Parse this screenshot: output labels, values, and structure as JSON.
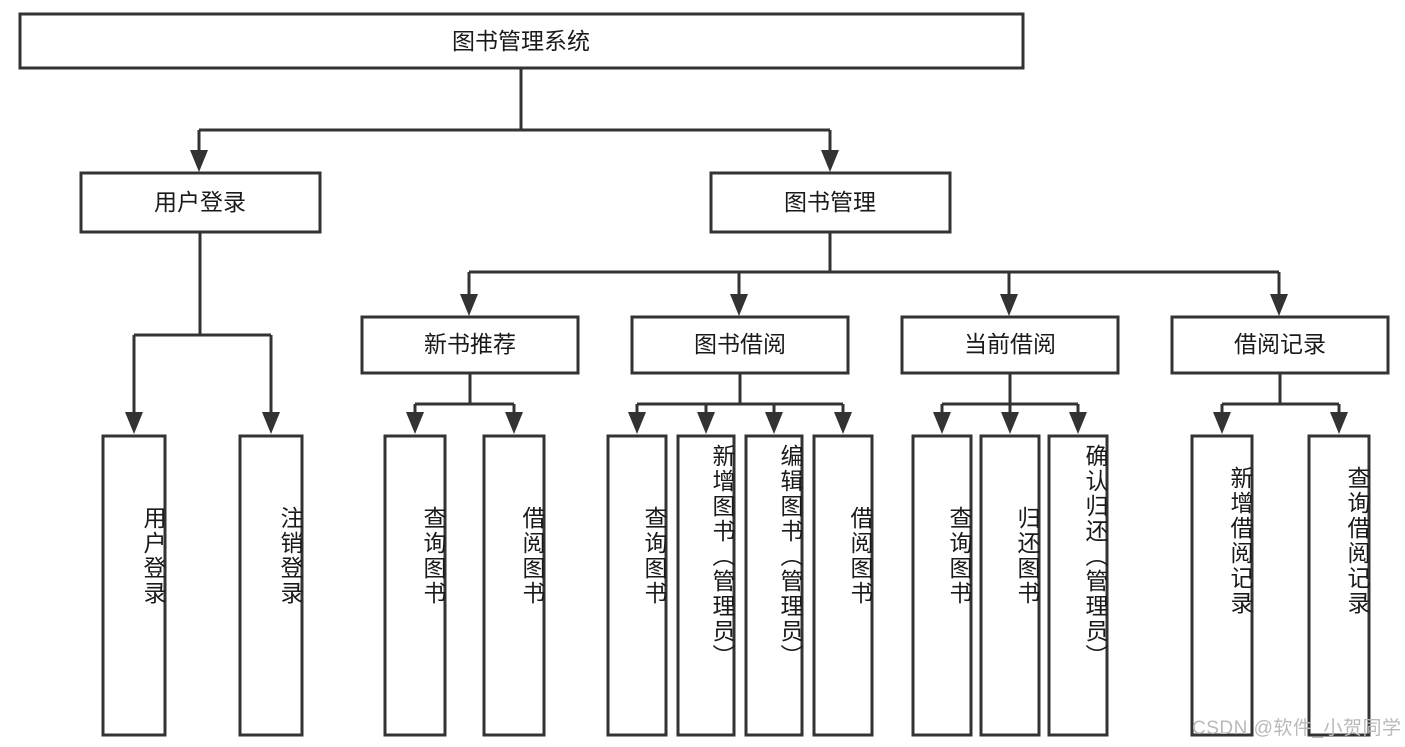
{
  "diagram": {
    "title": "图书管理系统",
    "type": "tree-hierarchy",
    "orientation": "top-down",
    "levels": 4,
    "root": {
      "id": "root",
      "label": "图书管理系统",
      "text_orientation": "horizontal"
    },
    "level2": [
      {
        "id": "user-login",
        "label": "用户登录",
        "text_orientation": "horizontal"
      },
      {
        "id": "book-management",
        "label": "图书管理",
        "text_orientation": "horizontal"
      }
    ],
    "level3": [
      {
        "id": "new-book-recommend",
        "label": "新书推荐",
        "text_orientation": "horizontal",
        "parent": "book-management"
      },
      {
        "id": "book-borrow",
        "label": "图书借阅",
        "text_orientation": "horizontal",
        "parent": "book-management"
      },
      {
        "id": "current-borrow",
        "label": "当前借阅",
        "text_orientation": "horizontal",
        "parent": "book-management"
      },
      {
        "id": "borrow-record",
        "label": "借阅记录",
        "text_orientation": "horizontal",
        "parent": "book-management"
      }
    ],
    "leaves": {
      "user_login": [
        {
          "id": "leaf-user-login",
          "label": "用户登录"
        },
        {
          "id": "leaf-user-logout",
          "label": "注销登录"
        }
      ],
      "new_book_recommend": [
        {
          "id": "leaf-query-book-1",
          "label": "查询图书"
        },
        {
          "id": "leaf-borrow-book-1",
          "label": "借阅图书"
        }
      ],
      "book_borrow": [
        {
          "id": "leaf-query-book-2",
          "label": "查询图书"
        },
        {
          "id": "leaf-add-book",
          "label": "新增图书（管理员）"
        },
        {
          "id": "leaf-edit-book",
          "label": "编辑图书（管理员）"
        },
        {
          "id": "leaf-borrow-book-2",
          "label": "借阅图书"
        }
      ],
      "current_borrow": [
        {
          "id": "leaf-query-book-3",
          "label": "查询图书"
        },
        {
          "id": "leaf-return-book",
          "label": "归还图书"
        },
        {
          "id": "leaf-confirm-return",
          "label": "确认归还（管理员）"
        }
      ],
      "borrow_record": [
        {
          "id": "leaf-add-record",
          "label": "新增借阅记录"
        },
        {
          "id": "leaf-query-record",
          "label": "查询借阅记录"
        }
      ]
    },
    "colors": {
      "box_stroke": "#333333",
      "box_fill": "#ffffff",
      "connector": "#333333",
      "text": "#1a1a1a",
      "background": "#ffffff",
      "watermark": "#b9b9b9"
    }
  },
  "watermark": {
    "text": "CSDN @软件_小贺同学"
  }
}
